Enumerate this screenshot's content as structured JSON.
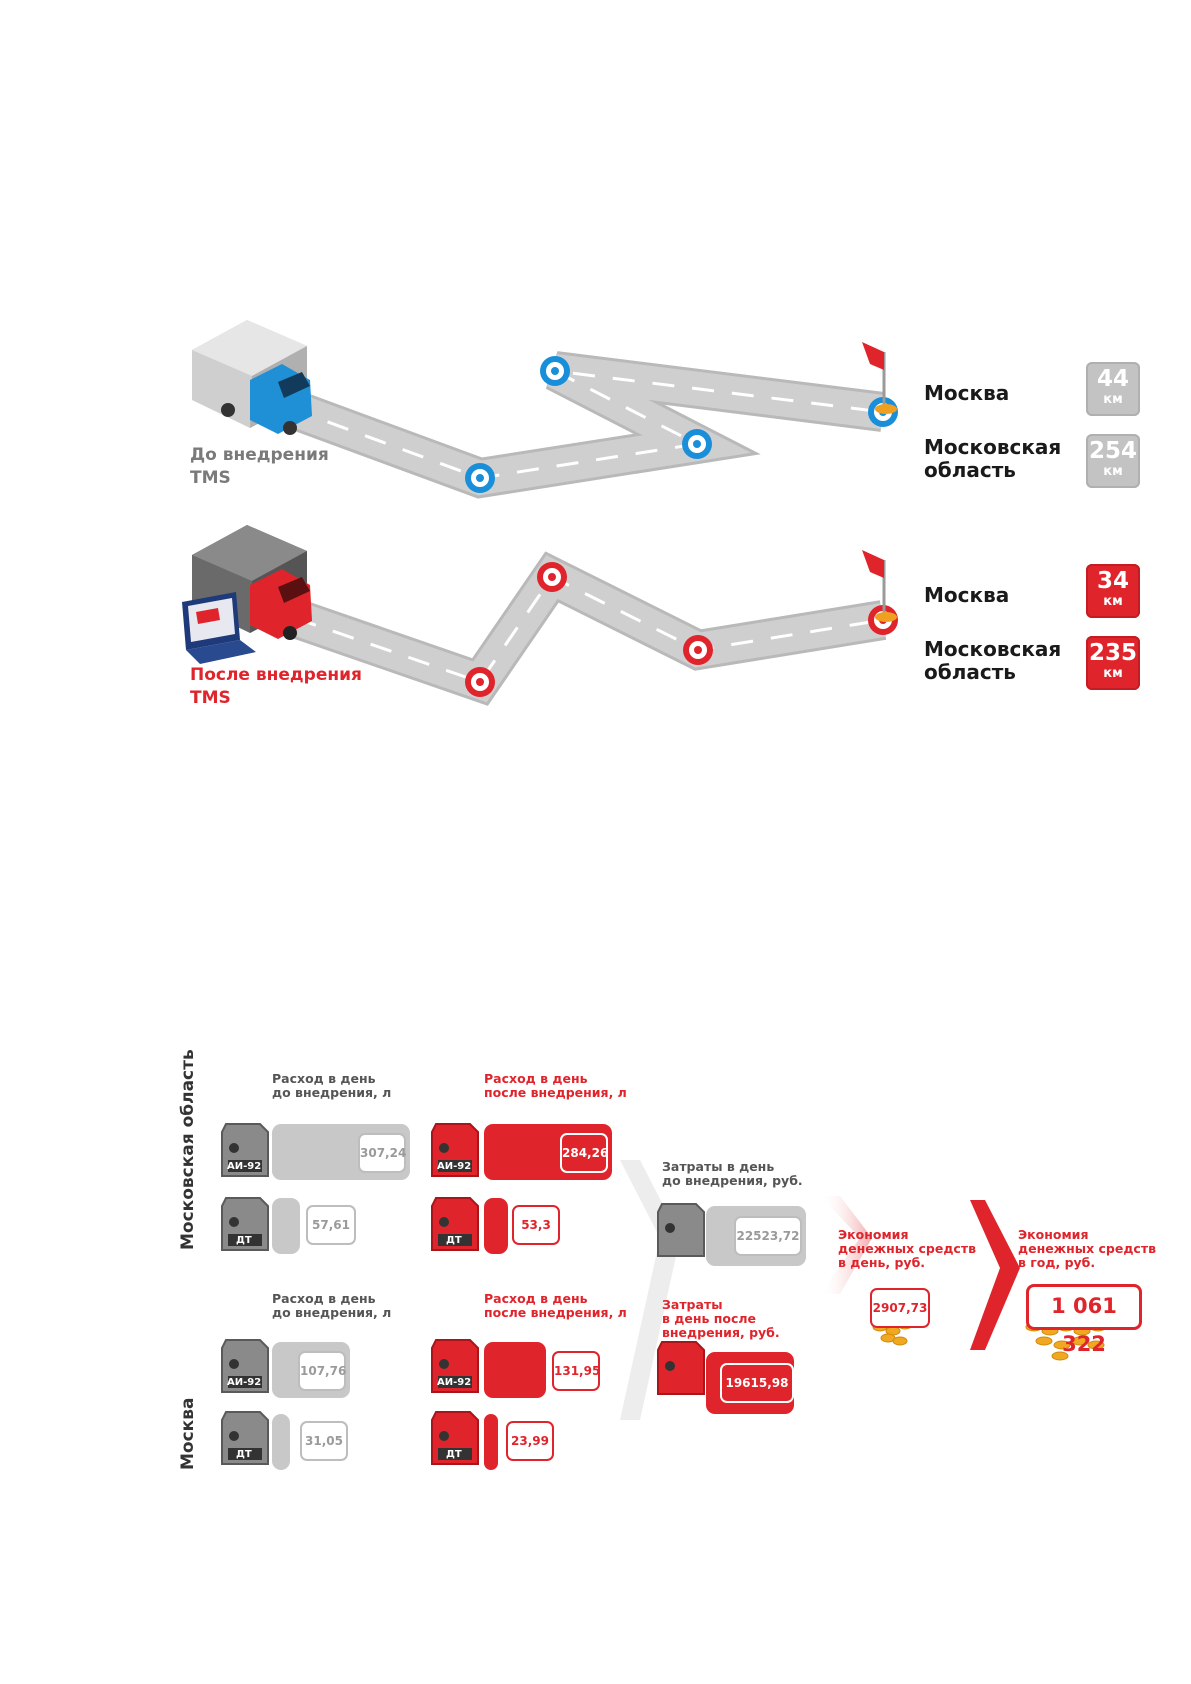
{
  "routes": {
    "before": {
      "caption_line1": "До внедрения",
      "caption_line2": "TMS",
      "city1_name": "Москва",
      "city1_km": "44",
      "city2_name_line1": "Московская",
      "city2_name_line2": "область",
      "city2_km": "254",
      "km_unit": "км"
    },
    "after": {
      "caption_line1": "После внедрения",
      "caption_line2": "TMS",
      "city1_name": "Москва",
      "city1_km": "34",
      "city2_name_line1": "Московская",
      "city2_name_line2": "область",
      "city2_km": "235",
      "km_unit": "км"
    }
  },
  "fuel": {
    "region_labels": {
      "oblast": "Московская область",
      "moscow": "Москва"
    },
    "oblast": {
      "before_label_line1": "Расход в день",
      "before_label_line2": "до внедрения, л",
      "after_label_line1": "Расход в день",
      "after_label_line2": "после внедрения, л",
      "ai92_before": "307,24",
      "dt_before": "57,61",
      "ai92_after": "284,26",
      "dt_after": "53,3"
    },
    "moscow": {
      "before_label_line1": "Расход в день",
      "before_label_line2": "до внедрения, л",
      "after_label_line1": "Расход в день",
      "after_label_line2": "после внедрения, л",
      "ai92_before": "107,76",
      "dt_before": "31,05",
      "ai92_after": "131,95",
      "dt_after": "23,99"
    },
    "can_labels": {
      "ai92": "АИ-92",
      "dt": "ДТ"
    }
  },
  "costs": {
    "before_label_line1": "Затраты в день",
    "before_label_line2": "до внедрения, руб.",
    "before_value": "22523,72",
    "after_label_line1": "Затраты",
    "after_label_line2": "в день после",
    "after_label_line3": "внедрения, руб.",
    "after_value": "19615,98"
  },
  "savings": {
    "day_label_line1": "Экономия",
    "day_label_line2": "денежных средств",
    "day_label_line3": "в день, руб.",
    "day_value": "2907,73",
    "year_label_line1": "Экономия",
    "year_label_line2": "денежных средств",
    "year_label_line3": "в год, руб.",
    "year_value": "1 061 322"
  },
  "colors": {
    "accent_red": "#e0242b",
    "road_gray": "#c8c8c8",
    "truck_blue": "#1f8fd6",
    "marker_blue": "#1a8fd9"
  }
}
